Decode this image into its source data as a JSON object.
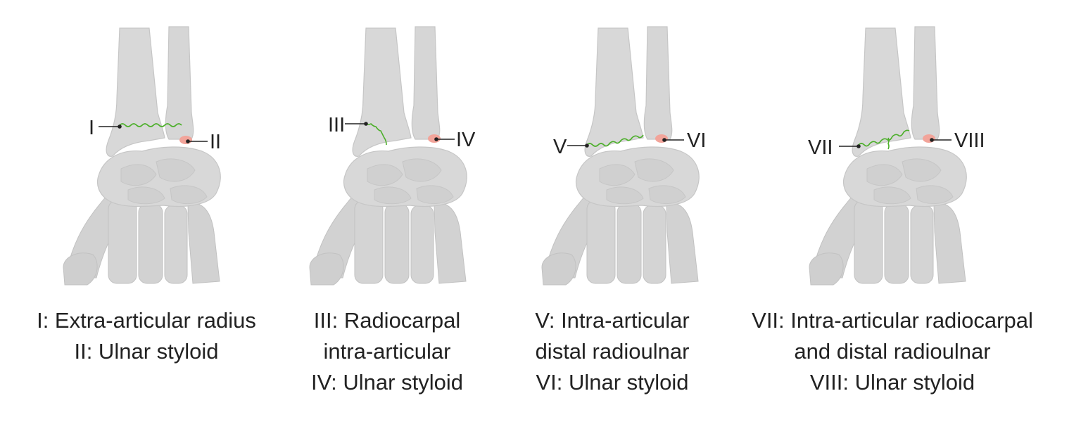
{
  "panels": [
    {
      "id": "p1",
      "labels": [
        "I",
        "II"
      ],
      "caption": [
        "I: Extra-articular radius",
        "II: Ulnar styloid"
      ]
    },
    {
      "id": "p2",
      "labels": [
        "III",
        "IV"
      ],
      "caption": [
        "III: Radiocarpal",
        "intra-articular",
        "IV: Ulnar styloid"
      ]
    },
    {
      "id": "p3",
      "labels": [
        "V",
        "VI"
      ],
      "caption": [
        "V: Intra-articular",
        "distal radioulnar",
        "VI: Ulnar styloid"
      ]
    },
    {
      "id": "p4",
      "labels": [
        "VII",
        "VIII"
      ],
      "caption": [
        "VII: Intra-articular radiocarpal",
        "and distal radioulnar",
        "VIII: Ulnar styloid"
      ]
    }
  ],
  "colors": {
    "bone": "#d6d6d6",
    "bone_edge": "#c4c4c4",
    "fracture": "#4caf2a",
    "styloid": "#f2a49a",
    "text": "#222222"
  }
}
